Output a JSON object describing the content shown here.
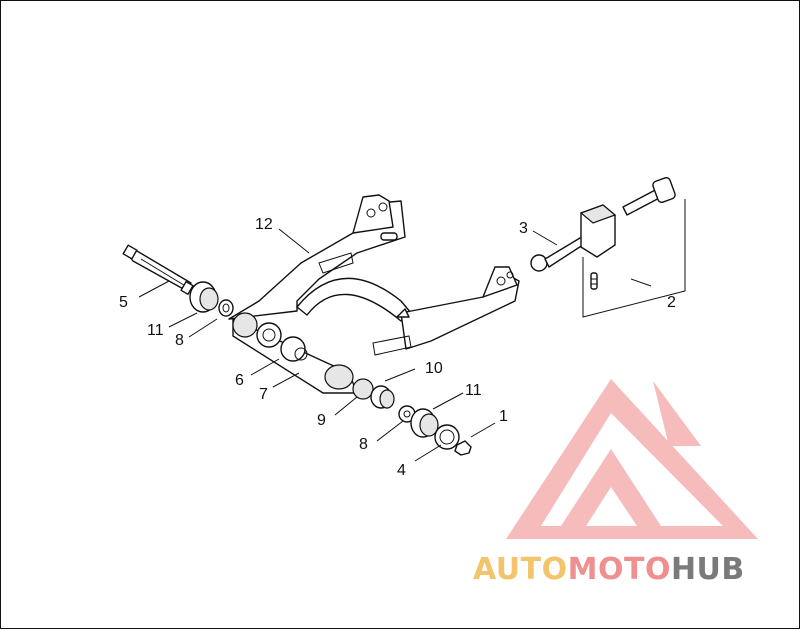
{
  "callouts": [
    {
      "id": "c12",
      "label": "12"
    },
    {
      "id": "c3",
      "label": "3"
    },
    {
      "id": "c2",
      "label": "2"
    },
    {
      "id": "c5",
      "label": "5"
    },
    {
      "id": "c11a",
      "label": "11"
    },
    {
      "id": "c8a",
      "label": "8"
    },
    {
      "id": "c6",
      "label": "6"
    },
    {
      "id": "c7",
      "label": "7"
    },
    {
      "id": "c10",
      "label": "10"
    },
    {
      "id": "c9",
      "label": "9"
    },
    {
      "id": "c11b",
      "label": "11"
    },
    {
      "id": "c8b",
      "label": "8"
    },
    {
      "id": "c1",
      "label": "1"
    },
    {
      "id": "c4",
      "label": "4"
    }
  ],
  "watermark": {
    "part1": "AUTO",
    "part2": "MOTO",
    "part3": "HUB",
    "color_auto": "#f3c46b",
    "color_moto": "#ef8f8f",
    "color_hub": "#7a7a7a",
    "logo_color": "#f19a9a",
    "logo_icon": "triangle-m-logo"
  }
}
